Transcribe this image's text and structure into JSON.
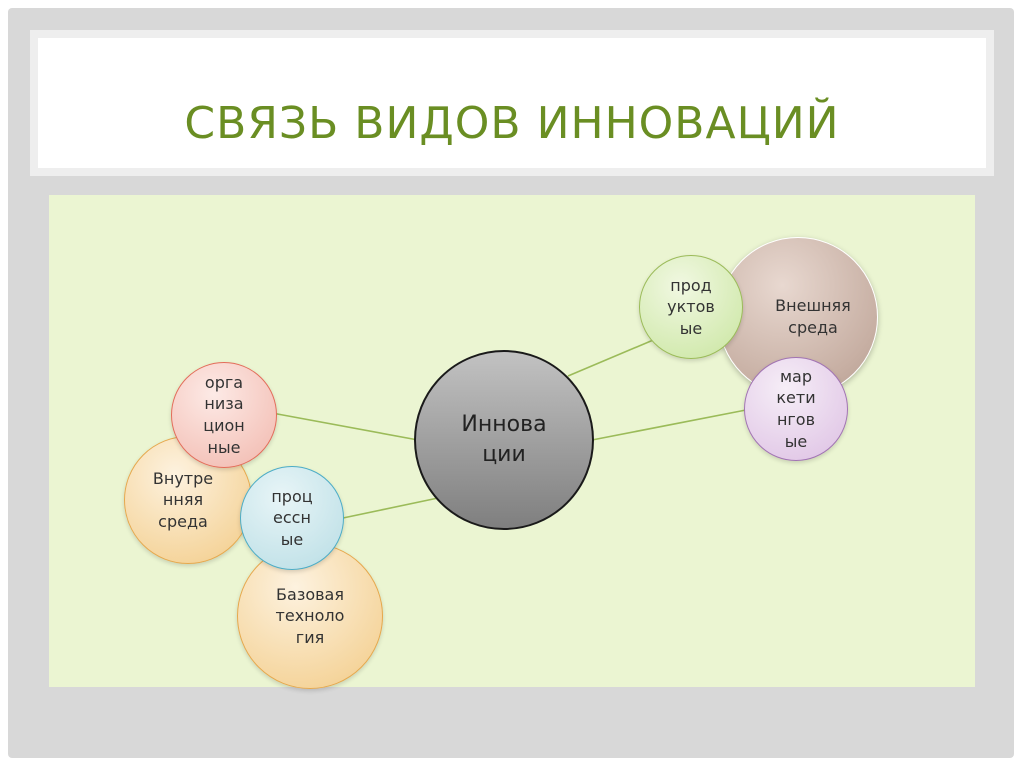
{
  "slide": {
    "title": "СВЯЗЬ ВИДОВ ИННОВАЦИЙ"
  },
  "diagram": {
    "center": "Иннова\nции",
    "nodes": {
      "external_env": "Внешняя\nсреда",
      "product": "прод\nуктов\nые",
      "marketing": "мар\nкети\nнгов\nые",
      "organizational": "орга\nниза\nцион\nные",
      "internal_env": "Внутре\nнняя\nсреда",
      "process": "проц\nессн\nые",
      "base_tech": "Базовая\nтехноло\nгия"
    }
  }
}
